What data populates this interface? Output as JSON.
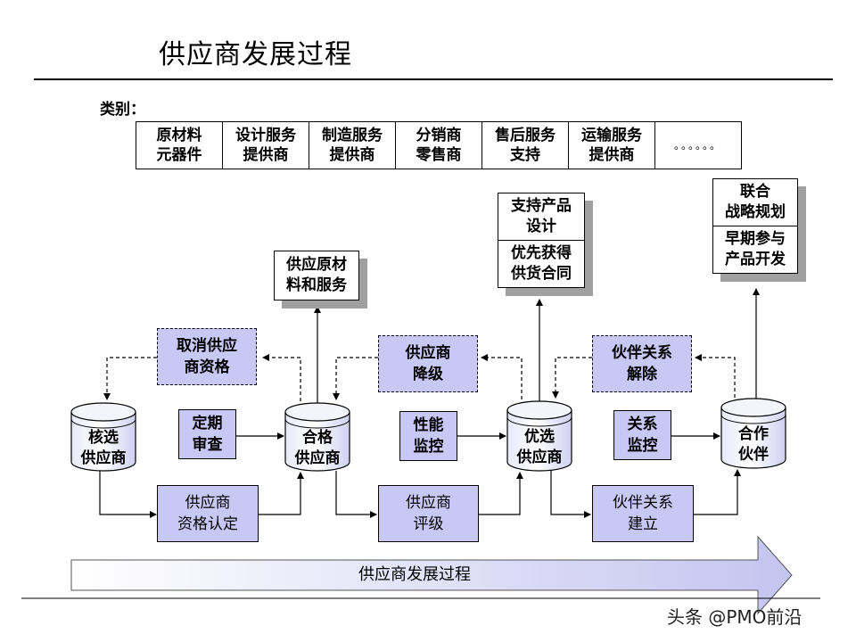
{
  "page": {
    "title": "供应商发展过程",
    "category_label": "类别：",
    "watermark": "头条 @PMO前沿"
  },
  "categories": [
    {
      "line1": "原材料",
      "line2": "元器件"
    },
    {
      "line1": "设计服务",
      "line2": "提供商"
    },
    {
      "line1": "制造服务",
      "line2": "提供商"
    },
    {
      "line1": "分销商",
      "line2": "零售商"
    },
    {
      "line1": "售后服务",
      "line2": "支持"
    },
    {
      "line1": "运输服务",
      "line2": "提供商"
    },
    {
      "line1": "。。。。。。",
      "line2": ""
    }
  ],
  "stages": [
    {
      "line1": "核选",
      "line2": "供应商"
    },
    {
      "line1": "合格",
      "line2": "供应商"
    },
    {
      "line1": "优选",
      "line2": "供应商"
    },
    {
      "line1": "合作",
      "line2": "伙伴"
    }
  ],
  "monitors": [
    {
      "line1": "定期",
      "line2": "审查"
    },
    {
      "line1": "性能",
      "line2": "监控"
    },
    {
      "line1": "关系",
      "line2": "监控"
    }
  ],
  "demotions": [
    {
      "line1": "取消供应",
      "line2": "商资格"
    },
    {
      "line1": "供应商",
      "line2": "降级"
    },
    {
      "line1": "伙伴关系",
      "line2": "解除"
    }
  ],
  "advances": [
    {
      "line1": "供应商",
      "line2": "资格认定"
    },
    {
      "line1": "供应商",
      "line2": "评级"
    },
    {
      "line1": "伙伴关系",
      "line2": "建立"
    }
  ],
  "benefits": {
    "qualified": {
      "line1": "供应原材",
      "line2": "料和服务"
    },
    "preferred": [
      {
        "line1": "支持产品",
        "line2": "设计"
      },
      {
        "line1": "优先获得",
        "line2": "供货合同"
      }
    ],
    "partner": [
      {
        "line1": "联合",
        "line2": "战略规划"
      },
      {
        "line1": "早期参与",
        "line2": "产品开发"
      }
    ]
  },
  "process_arrow": {
    "label": "供应商发展过程"
  },
  "colors": {
    "box_fill": "#c8c8f4",
    "shadow": "#a0a0a0",
    "arrow_fill_start": "#ffffff",
    "arrow_fill_end": "#c4c4f0"
  }
}
